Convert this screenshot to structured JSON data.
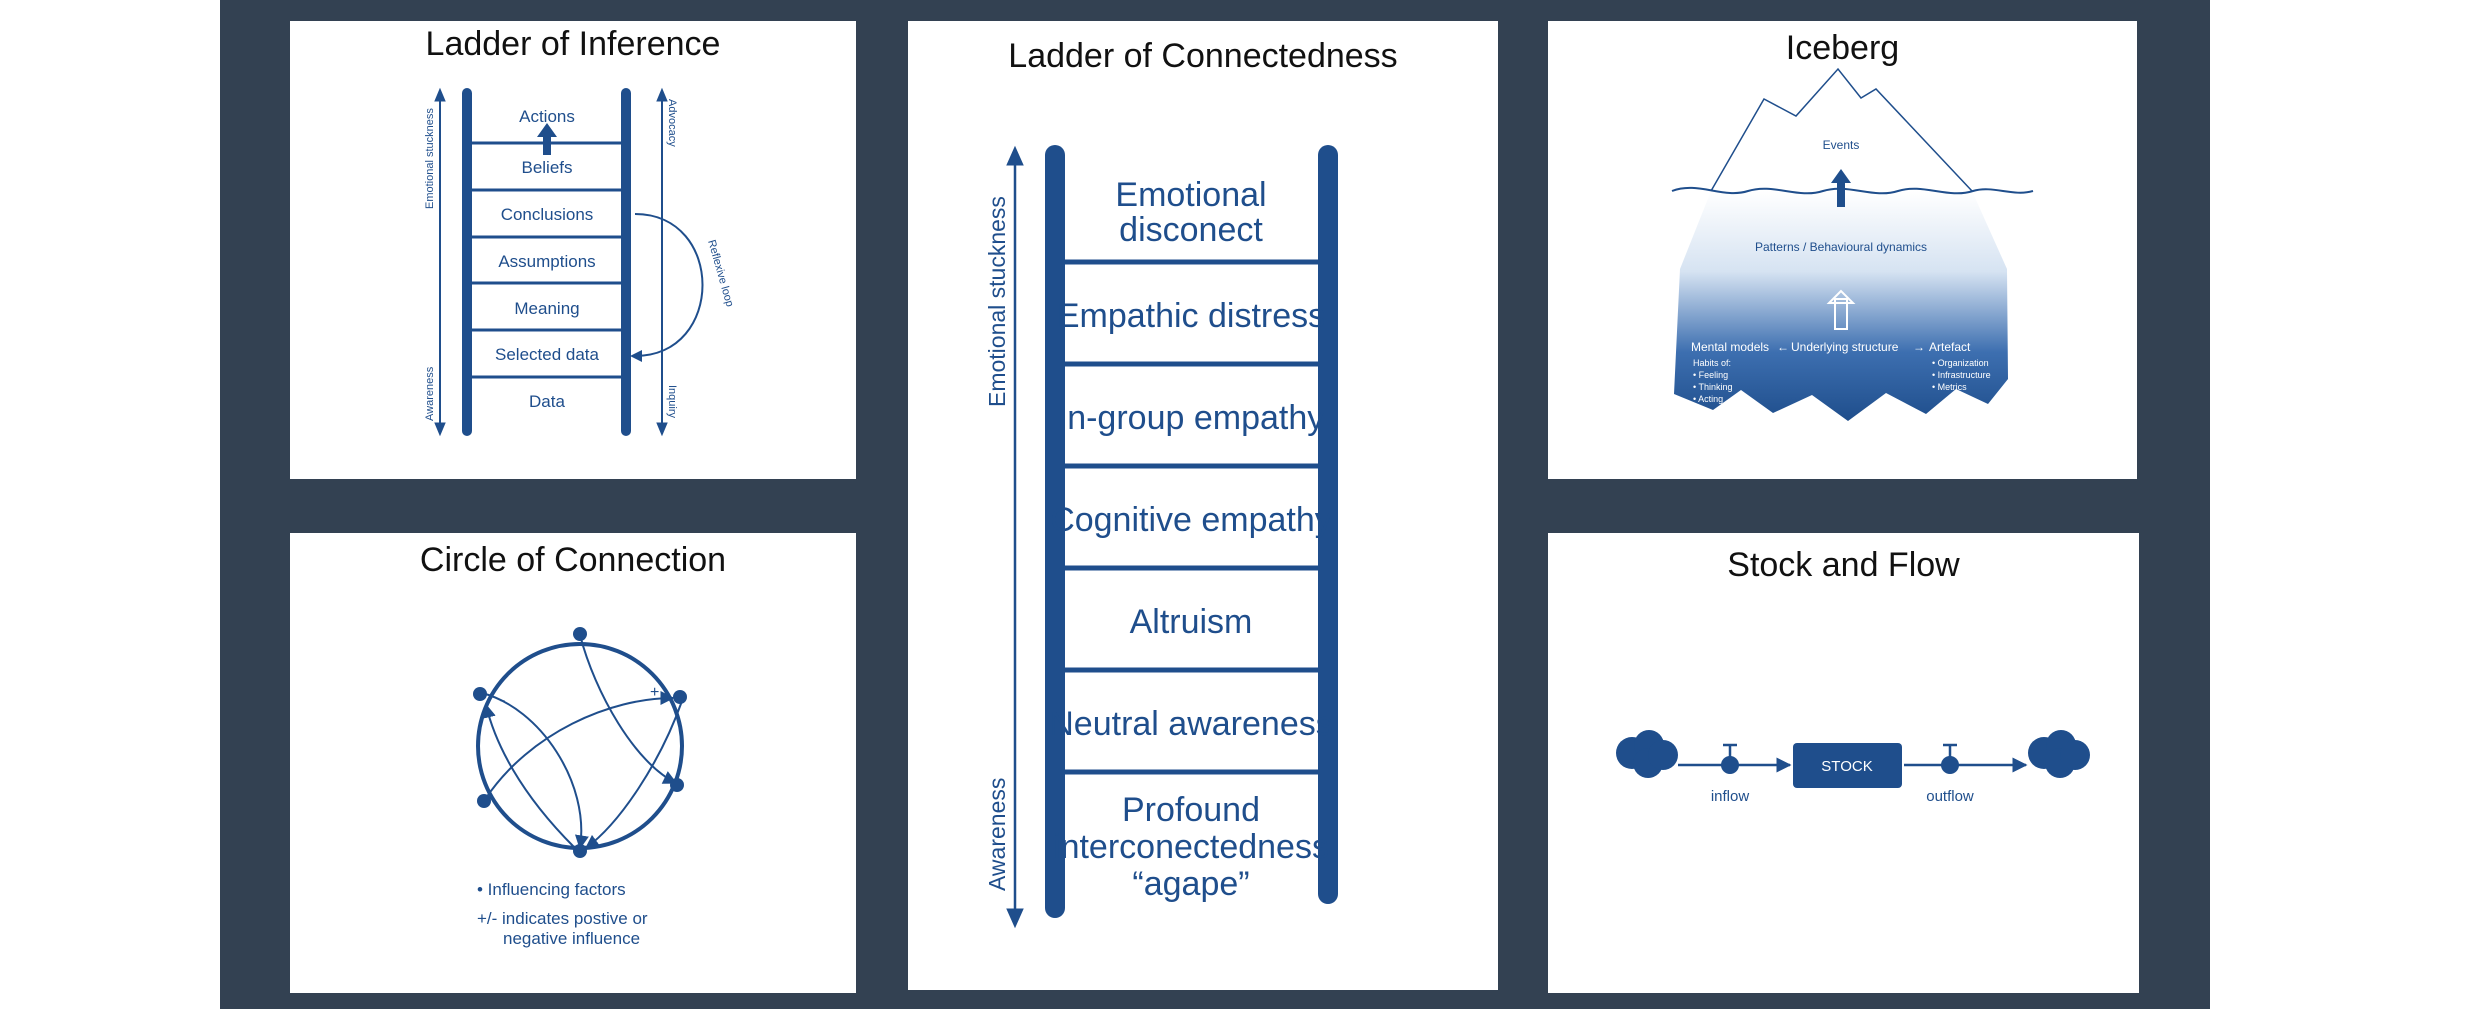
{
  "colors": {
    "background": "#ffffff",
    "board": "#334152",
    "panel": "#ffffff",
    "diagram_blue": "#1f4e8c",
    "title_text": "#111111"
  },
  "ladder_of_inference": {
    "title": "Ladder of Inference",
    "rungs": [
      "Actions",
      "Beliefs",
      "Conclusions",
      "Assumptions",
      "Meaning",
      "Selected data",
      "Data"
    ],
    "left_top_label": "Emotional stuckness",
    "left_bottom_label": "Awareness",
    "right_top_label": "Advocacy",
    "right_bottom_label": "Inquiry",
    "loop_label": "Reflexive loop"
  },
  "ladder_of_connectedness": {
    "title": "Ladder of Connectedness",
    "rungs": [
      [
        "Emotional",
        "disconect"
      ],
      [
        "Empathic distress"
      ],
      [
        "In-group empathy"
      ],
      [
        "Cognitive empathy"
      ],
      [
        "Altruism"
      ],
      [
        "Neutral awareness"
      ],
      [
        "Profound",
        "interconectedness",
        "“agape”"
      ]
    ],
    "top_label": "Emotional stuckness",
    "bottom_label": "Awareness"
  },
  "iceberg": {
    "title": "Iceberg",
    "events": "Events",
    "patterns": "Patterns / Behavioural dynamics",
    "mental_models": "Mental models",
    "underlying": "Underlying structure",
    "artefact": "Artefact",
    "left_list": [
      "Habits of:",
      "• Feeling",
      "• Thinking",
      "• Acting"
    ],
    "right_list": [
      "• Organization",
      "• Infrastructure",
      "• Metrics"
    ]
  },
  "circle_of_connection": {
    "title": "Circle of Connection",
    "plus": "+",
    "minus": "-",
    "legend_1": "• Influencing factors",
    "legend_2": "+/- indicates postive or",
    "legend_3": "negative influence"
  },
  "stock_and_flow": {
    "title": "Stock and Flow",
    "stock": "STOCK",
    "inflow": "inflow",
    "outflow": "outflow"
  }
}
